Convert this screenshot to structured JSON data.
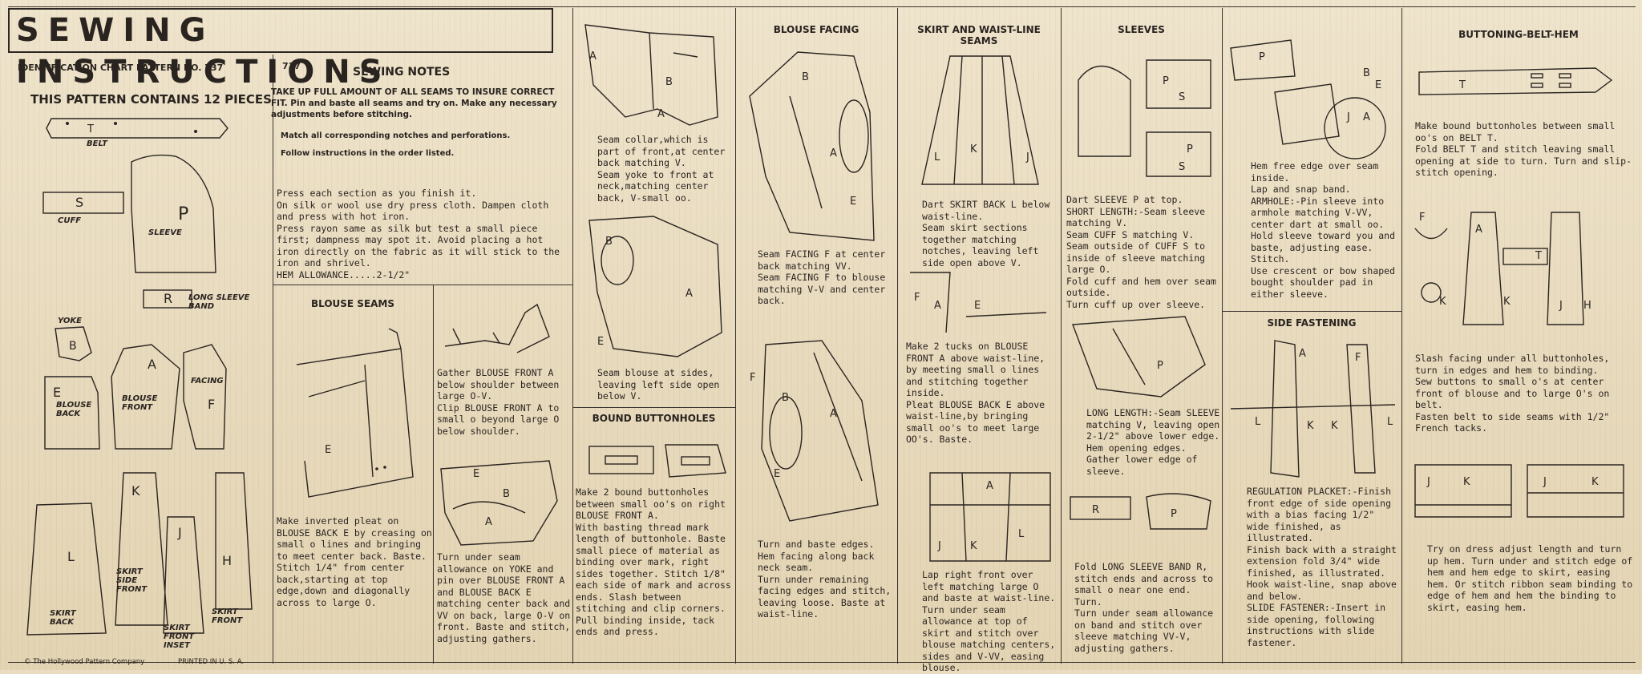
{
  "title": "SEWING INSTRUCTIONS",
  "id_chart": "IDENTIFICATION CHART PATTERN NO. 737",
  "pieces_header": "THIS PATTERN CONTAINS 12 PIECES",
  "piece_labels": {
    "belt": "BELT",
    "cuff": "CUFF",
    "sleeve": "SLEEVE",
    "long_sleeve_band": "LONG SLEEVE BAND",
    "yoke": "YOKE",
    "blouse_back": "BLOUSE BACK",
    "blouse_front": "BLOUSE FRONT",
    "facing": "FACING",
    "skirt_back": "SKIRT BACK",
    "skirt_side_front": "SKIRT SIDE FRONT",
    "skirt_front_inset": "SKIRT FRONT INSET",
    "skirt_front": "SKIRT FRONT"
  },
  "footer_left": "© The Hollywood Pattern Company",
  "footer_right": "PRINTED IN U. S. A.",
  "notes": {
    "number": "737",
    "header": "SEWING NOTES",
    "line1": "TAKE UP FULL AMOUNT OF ALL SEAMS TO INSURE CORRECT FIT. Pin and baste all seams and try on. Make any necessary adjustments before stitching.",
    "line2": "Match all corresponding notches and perforations.",
    "line3": "Follow instructions in the order listed.",
    "body": "Press each section as you finish it.\nOn silk or wool use dry press cloth. Dampen cloth and press with hot iron.\nPress rayon same as silk but test a small piece first; dampness may spot it. Avoid placing a hot iron directly on the fabric as it will stick to the iron and shrivel.\nHEM ALLOWANCE.....2-1/2\""
  },
  "blouse_seams": {
    "header": "BLOUSE SEAMS",
    "text1": "Make inverted pleat on BLOUSE BACK E by creasing on small o lines and bringing to meet center back. Baste. Stitch 1/4\" from center back,starting at top edge,down and diagonally across to large O.",
    "text2": "Gather BLOUSE FRONT A below shoulder between large O-V.\nClip BLOUSE FRONT A to small o beyond large O below shoulder.",
    "text3": "Turn under seam allowance on YOKE and pin over BLOUSE FRONT A and BLOUSE BACK E matching center back and VV on back, large O-V on front. Baste and stitch, adjusting gathers."
  },
  "collar": {
    "text1": "Seam collar,which is part of front,at center back matching V.\nSeam yoke to front at neck,matching center back, V-small oo.",
    "text2": "Seam blouse at sides, leaving left side open below V."
  },
  "bound_buttonholes": {
    "header": "BOUND BUTTONHOLES",
    "text": "Make 2 bound buttonholes between small oo's on right BLOUSE FRONT A.\nWith basting thread mark length of buttonhole. Baste small piece of material as binding over mark, right sides together. Stitch 1/8\" each side of mark and across ends. Slash between stitching and clip corners. Pull binding inside, tack ends and press."
  },
  "blouse_facing": {
    "header": "BLOUSE FACING",
    "text1": "Seam FACING F at center back matching VV.\nSeam FACING F to blouse matching V-V and center back.",
    "text2": "Turn and baste edges.\nHem facing along back neck seam.\nTurn under remaining facing edges and stitch, leaving loose. Baste at waist-line."
  },
  "skirt_seams": {
    "header": "SKIRT AND WAIST-LINE SEAMS",
    "text1": "Dart SKIRT BACK L below waist-line.\nSeam skirt sections together matching notches, leaving left side open above V.",
    "text2": "Make 2 tucks on BLOUSE FRONT A above waist-line, by meeting small o lines and stitching together inside.\nPleat BLOUSE BACK E above waist-line,by bringing small oo's to meet large OO's. Baste.",
    "text3": "Lap right front over left matching large O and baste at waist-line.\nTurn under seam allowance at top of skirt and stitch over blouse matching centers, sides and V-VV, easing blouse."
  },
  "sleeves": {
    "header": "SLEEVES",
    "text1": "Dart SLEEVE P at top.\nSHORT LENGTH:-Seam sleeve matching V.\nSeam CUFF S matching V.\nSeam outside of CUFF S to inside of sleeve matching large O.\nFold cuff and hem over seam outside.\nTurn cuff up over sleeve.",
    "text2": "LONG LENGTH:-Seam SLEEVE matching V, leaving open 2-1/2\" above lower edge.\nHem opening edges.\nGather lower edge of sleeve.",
    "text3": "Fold LONG SLEEVE BAND R, stitch ends and across to small o near one end.\nTurn.\nTurn under seam allowance on band and stitch over sleeve matching VV-V, adjusting gathers."
  },
  "armhole": {
    "text": "Hem free edge over seam inside.\nLap and snap band.\nARMHOLE:-Pin sleeve into armhole matching V-VV, center dart at small oo. Hold sleeve toward you and baste, adjusting ease. Stitch.\nUse crescent or bow shaped bought shoulder pad in either sleeve."
  },
  "side_fastening": {
    "header": "SIDE FASTENING",
    "text": "REGULATION PLACKET:-Finish front edge of side opening with a bias facing 1/2\" wide finished, as illustrated.\nFinish back with a straight extension fold 3/4\" wide finished, as illustrated.\nHook waist-line, snap above and below.\nSLIDE FASTENER:-Insert in side opening, following instructions with slide fastener."
  },
  "buttoning": {
    "header": "BUTTONING-BELT-HEM",
    "text1": "Make bound buttonholes between small oo's on BELT T.\nFold BELT T and stitch leaving small opening at side to turn. Turn and slip-stitch opening.",
    "text2": "Slash facing under all buttonholes, turn in edges and hem to binding.\nSew buttons to small o's at center front of blouse and to large O's on belt.\nFasten belt to side seams with 1/2\" French tacks.",
    "text3": "Try on dress adjust length and turn up hem. Turn under and stitch edge of hem and hem edge to skirt, easing hem. Or stitch ribbon seam binding to edge of hem and hem the binding to skirt, easing hem."
  }
}
